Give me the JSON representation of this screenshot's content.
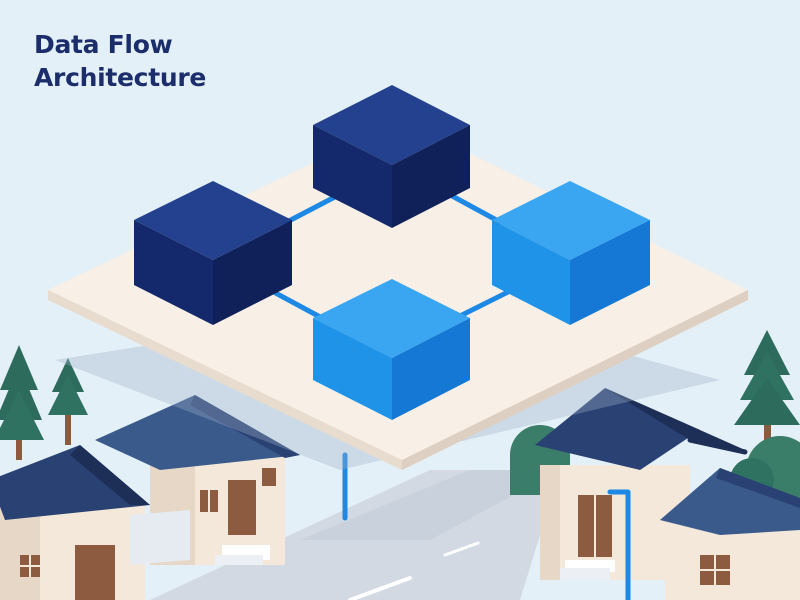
{
  "title": {
    "line1": "Data Flow",
    "line2": "Architecture"
  },
  "colors": {
    "background": "#e4f0f7",
    "title": "#1b2d6b",
    "platform": "#f8efe6",
    "node_dark": "#1c3a8c",
    "node_light": "#1e93e8",
    "connector": "#1e88e5",
    "roof": "#2a4174",
    "wall": "#f3e8da",
    "tree": "#2d6b5d",
    "road": "#d4dae3"
  },
  "diagram": {
    "nodes": [
      {
        "name": "node-top",
        "color": "dark"
      },
      {
        "name": "node-left",
        "color": "dark"
      },
      {
        "name": "node-right",
        "color": "light"
      },
      {
        "name": "node-bottom",
        "color": "light"
      }
    ],
    "connectors": [
      {
        "from": "node-left",
        "to": "node-top"
      },
      {
        "from": "node-top",
        "to": "node-right"
      },
      {
        "from": "node-left",
        "to": "node-bottom"
      },
      {
        "from": "node-bottom",
        "to": "node-right"
      }
    ]
  }
}
